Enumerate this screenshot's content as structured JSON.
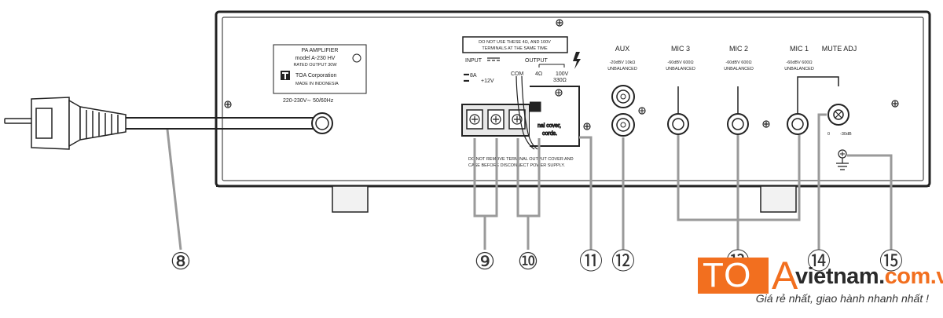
{
  "diagram": {
    "label_plate": {
      "title": "PA AMPLIFIER",
      "model": "model  A-230 HV",
      "rated": "RATED OUTPUT   30W",
      "brand": "TOA Corporation",
      "made_in": "MADE IN INDONESIA"
    },
    "power_rating": "220-230V∼ 50/60Hz",
    "warning_line1": "DO NOT USE THESE 4Ω, AND 100V",
    "warning_line2": "TERMINALS AT THE SAME TIME",
    "input_label": "INPUT",
    "output_label": "OUTPUT",
    "dc_minus": "8A",
    "dc_plus": "+12V",
    "com": "COM",
    "ohm4": "4Ω",
    "v100": "100V",
    "ohm330": "330Ω",
    "cover_text_1": "nal cover,",
    "cover_text_2": "cords.",
    "terminal_note_1": "DO NOT REMOVE TERMINAL OUTPUT COVER AND",
    "terminal_note_2": "CASE BEFORE DISCONNECT POWER SUPPLY.",
    "aux_label": "AUX",
    "aux_spec_1": "-20dBV 10kΩ",
    "aux_spec_2": "UNBALANCED",
    "mic3_label": "MIC 3",
    "mic2_label": "MIC 2",
    "mic1_label": "MIC 1",
    "mic_spec_1": "-60dBV 600Ω",
    "mic_spec_2": "UNBALANCED",
    "mute_label": "MUTE ADJ",
    "mute_min": "0",
    "mute_max": "-30dB",
    "callouts": [
      "⑧",
      "⑨",
      "⑩",
      "⑪",
      "⑫",
      "⑬",
      "⑭",
      "⑮"
    ]
  },
  "branding": {
    "logo_to": "TO",
    "logo_a": "A",
    "logo_domain_1": "vietnam.",
    "logo_domain_2": "com.vn",
    "slogan": "Giá rẻ nhất, giao hành nhanh nhất !",
    "color_orange": "#f26f1f"
  }
}
